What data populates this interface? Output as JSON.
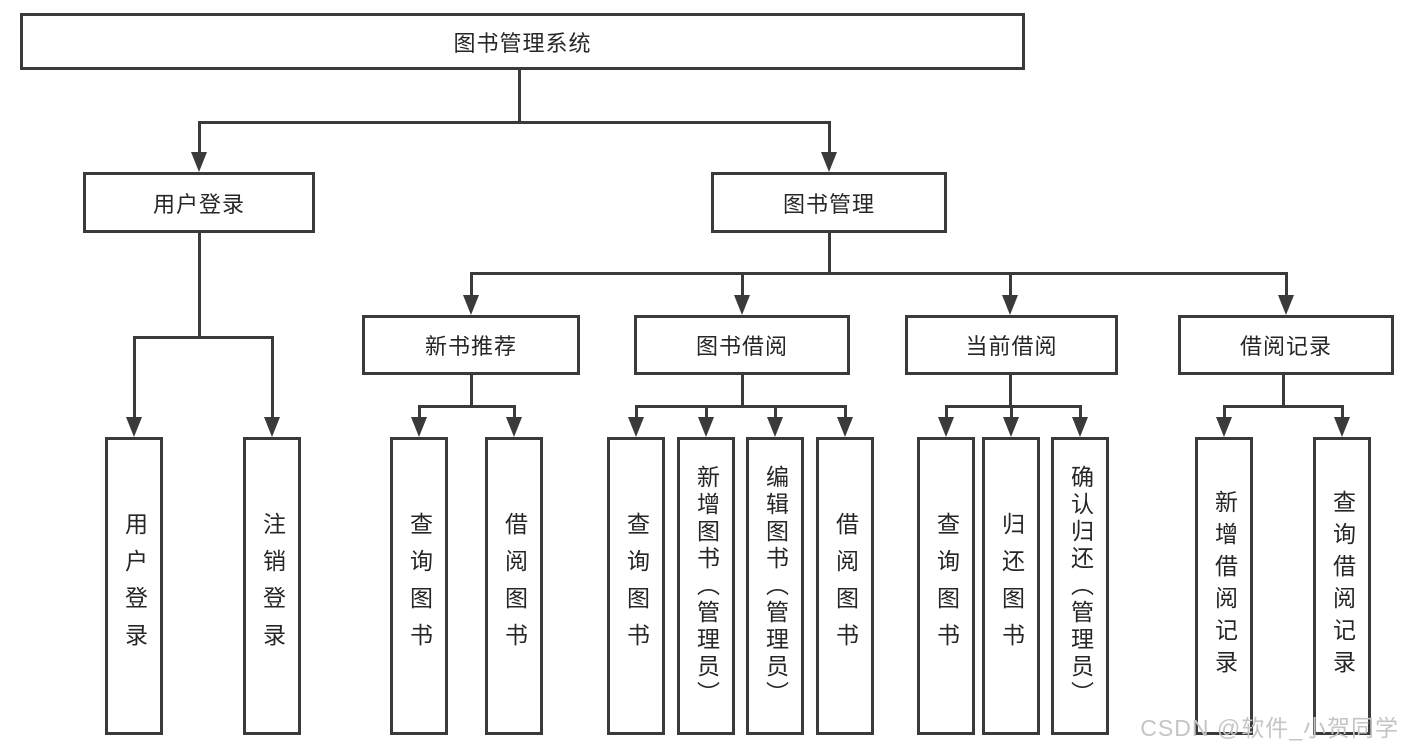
{
  "colors": {
    "line": "#3a3a3a",
    "text": "#262626",
    "background": "#ffffff",
    "watermark_text_color": "#c5c5c5"
  },
  "tree": {
    "root": {
      "label": "图书管理系统"
    },
    "branches": [
      {
        "label": "用户登录",
        "children": [
          {
            "label": "用户登录"
          },
          {
            "label": "注销登录"
          }
        ]
      },
      {
        "label": "图书管理",
        "children": [
          {
            "label": "新书推荐",
            "children": [
              {
                "label": "查询图书"
              },
              {
                "label": "借阅图书"
              }
            ]
          },
          {
            "label": "图书借阅",
            "children": [
              {
                "label": "查询图书"
              },
              {
                "label": "新增图书（管理员）"
              },
              {
                "label": "编辑图书（管理员）"
              },
              {
                "label": "借阅图书"
              }
            ]
          },
          {
            "label": "当前借阅",
            "children": [
              {
                "label": "查询图书"
              },
              {
                "label": "归还图书"
              },
              {
                "label": "确认归还（管理员）"
              }
            ]
          },
          {
            "label": "借阅记录",
            "children": [
              {
                "label": "新增借阅记录"
              },
              {
                "label": "查询借阅记录"
              }
            ]
          }
        ]
      }
    ]
  },
  "watermark": {
    "text": "CSDN @软件_小贺同学"
  }
}
